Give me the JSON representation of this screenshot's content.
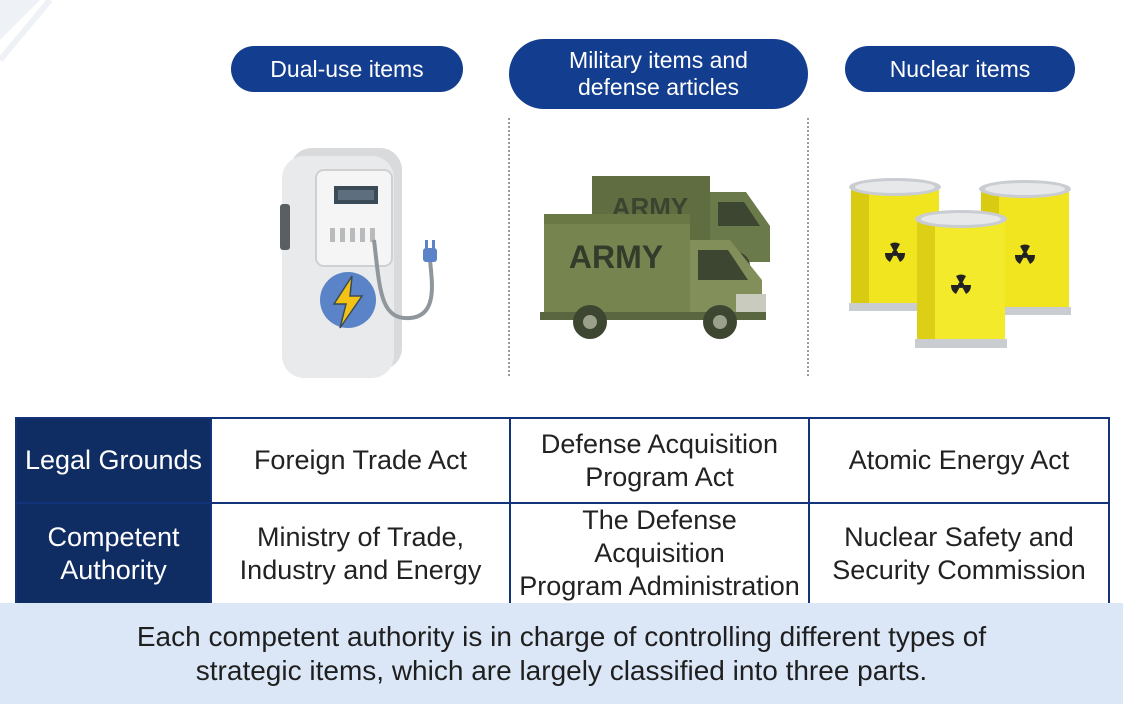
{
  "categories": [
    {
      "label": "Dual-use items"
    },
    {
      "label_line1": "Military items and",
      "label_line2": "defense articles"
    },
    {
      "label": "Nuclear items"
    }
  ],
  "illustration_text": {
    "truck_front": "ARMY",
    "truck_back": "ARMY"
  },
  "table": {
    "rows": [
      {
        "header": [
          "Legal Grounds"
        ],
        "cells": [
          [
            "Foreign Trade Act"
          ],
          [
            "Defense Acquisition",
            "Program Act"
          ],
          [
            "Atomic Energy Act"
          ]
        ]
      },
      {
        "header": [
          "Competent",
          "Authority"
        ],
        "cells": [
          [
            "Ministry of Trade,",
            "Industry and Energy"
          ],
          [
            "The Defense Acquisition",
            "Program Administration"
          ],
          [
            "Nuclear Safety and",
            "Security Commission"
          ]
        ]
      }
    ]
  },
  "caption": {
    "line1": "Each competent authority is in charge of controlling different types of",
    "line2": "strategic items, which are largely classified into three parts."
  },
  "colors": {
    "pill": "#133d8f",
    "table_header_bg": "#0f2c63",
    "table_border": "#13337a",
    "caption_bg": "#dbe7f7",
    "truck_olive": "#6b7a4a",
    "barrel_yellow": "#f1e51f"
  },
  "icons": [
    "electric-meter-icon",
    "lightning-bolt-icon",
    "plug-icon",
    "army-truck-icon",
    "radioactive-barrel-icon"
  ]
}
